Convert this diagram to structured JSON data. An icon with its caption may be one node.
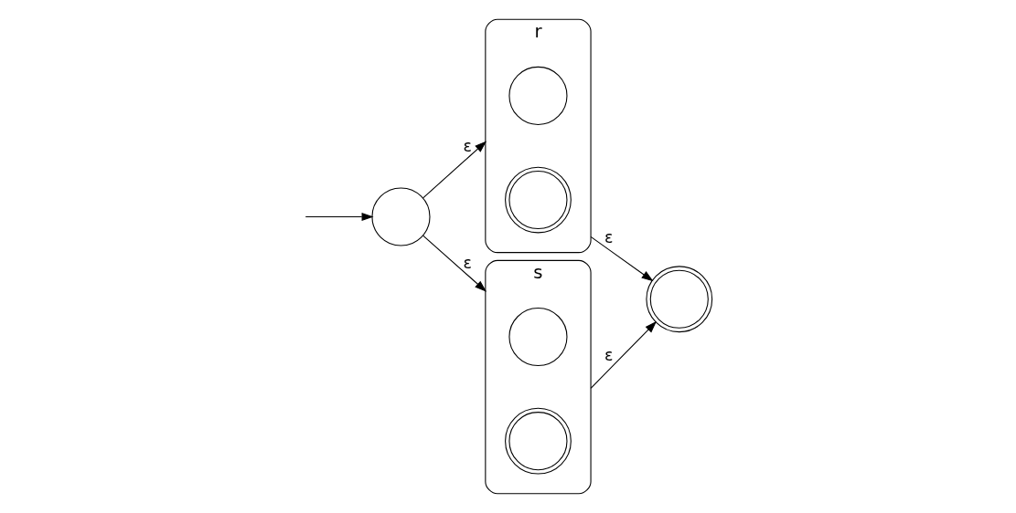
{
  "diagram": {
    "nodes": [
      {
        "text": [],
        "shape": "circle"
      },
      {
        "text": [
          "r"
        ]
      },
      {
        "text": [],
        "shape": "circle",
        "in": 1
      },
      {
        "text": [],
        "shape": "doublecircle",
        "in": 1
      },
      {
        "text": [
          "s"
        ]
      },
      {
        "text": [],
        "shape": "circle",
        "in": 4
      },
      {
        "text": [],
        "shape": "doublecircle",
        "in": 4
      },
      {
        "text": [],
        "shape": "doublecircle"
      }
    ],
    "edges": [
      {
        "from": null,
        "to": 0,
        "arrow": "to"
      },
      {
        "from": 0,
        "to": 1,
        "arrow": "to",
        "label": "ε"
      },
      {
        "from": 0,
        "to": 4,
        "arrow": "to",
        "label": "ε"
      },
      {
        "from": 1,
        "to": 7,
        "arrow": "to",
        "label": "ε"
      },
      {
        "from": 4,
        "to": 7,
        "arrow": "to",
        "label": "ε"
      }
    ]
  }
}
